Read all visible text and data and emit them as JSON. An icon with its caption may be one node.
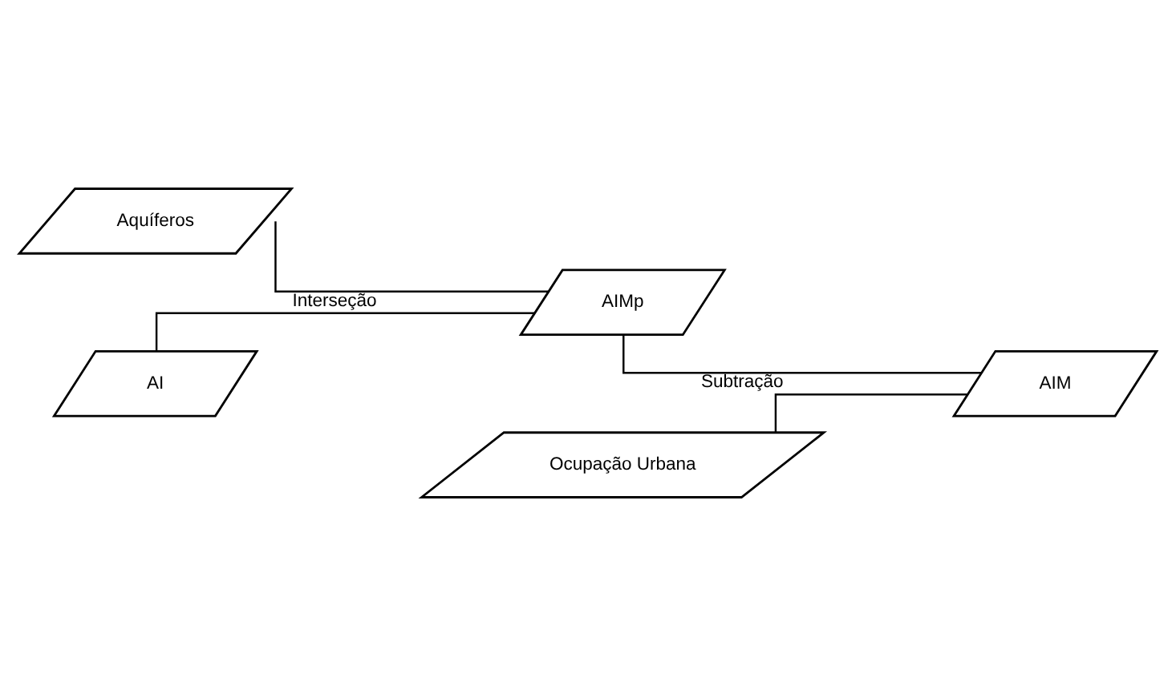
{
  "diagram": {
    "nodes": [
      {
        "text": [
          "Aquíferos"
        ]
      },
      {
        "text": [
          "AI"
        ]
      },
      {
        "text": [
          "AIMp"
        ]
      },
      {
        "text": [
          "Ocupação Urbana"
        ]
      },
      {
        "text": [
          "AIM"
        ]
      }
    ],
    "edges": [
      {
        "from": 0,
        "to": 2,
        "arrow": "none",
        "label": "Interseção"
      },
      {
        "from": 1,
        "to": 2,
        "arrow": "none"
      },
      {
        "from": 2,
        "to": 4,
        "arrow": "none",
        "label": "Subtração"
      },
      {
        "from": 3,
        "to": 4,
        "arrow": "none"
      }
    ]
  }
}
